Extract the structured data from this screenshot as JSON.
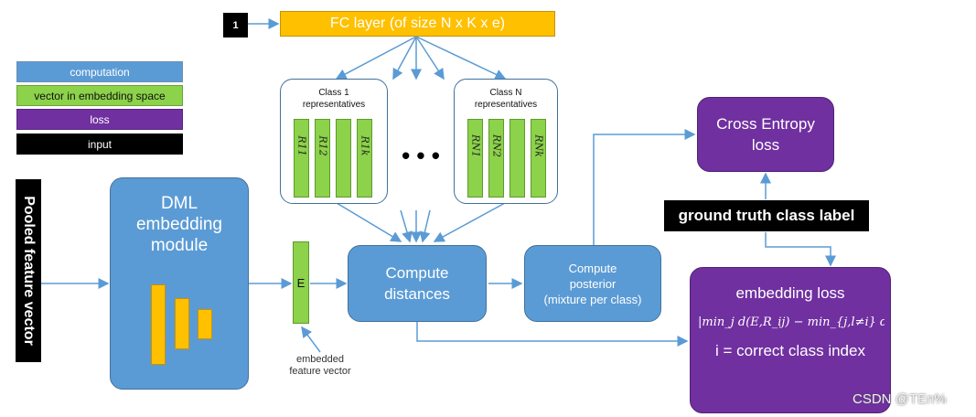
{
  "legend": {
    "computation": "computation",
    "embedding": "vector in embedding space",
    "loss": "loss",
    "input": "input"
  },
  "input_label": "Pooled feature vector",
  "dml": {
    "line1": "DML",
    "line2": "embedding",
    "line3": "module"
  },
  "embedding_vector": {
    "symbol": "E",
    "caption_line1": "embedded",
    "caption_line2": "feature vector"
  },
  "fc": {
    "input_badge": "1",
    "label": "FC layer (of size N x K x e)"
  },
  "class1": {
    "title_line1": "Class 1",
    "title_line2": "representatives",
    "vectors": [
      "R11",
      "R12",
      "",
      "R1k"
    ]
  },
  "classN": {
    "title_line1": "Class N",
    "title_line2": "representatives",
    "vectors": [
      "RN1",
      "RN2",
      "",
      "RNk"
    ]
  },
  "ellipsis": "• • •",
  "compute_distances": {
    "line1": "Compute",
    "line2": "distances"
  },
  "compute_posterior": {
    "line1": "Compute",
    "line2": "posterior",
    "line3": "(mixture per class)"
  },
  "cross_entropy": {
    "line1": "Cross Entropy",
    "line2": "loss"
  },
  "gt_label": "ground truth class label",
  "embedding_loss": {
    "title": "embedding loss",
    "formula": "|min_j d(E,R_ij) − min_{j,l≠i} d(E,R_lj) + α|₊",
    "index_note": "i = correct class index"
  },
  "watermark": "CSDN @TEn%",
  "colors": {
    "computation": "#5b9bd5",
    "embedding": "#8cd24a",
    "loss": "#7030a0",
    "input": "#000000",
    "fc": "#ffc000",
    "arrow": "#5b9bd5"
  }
}
